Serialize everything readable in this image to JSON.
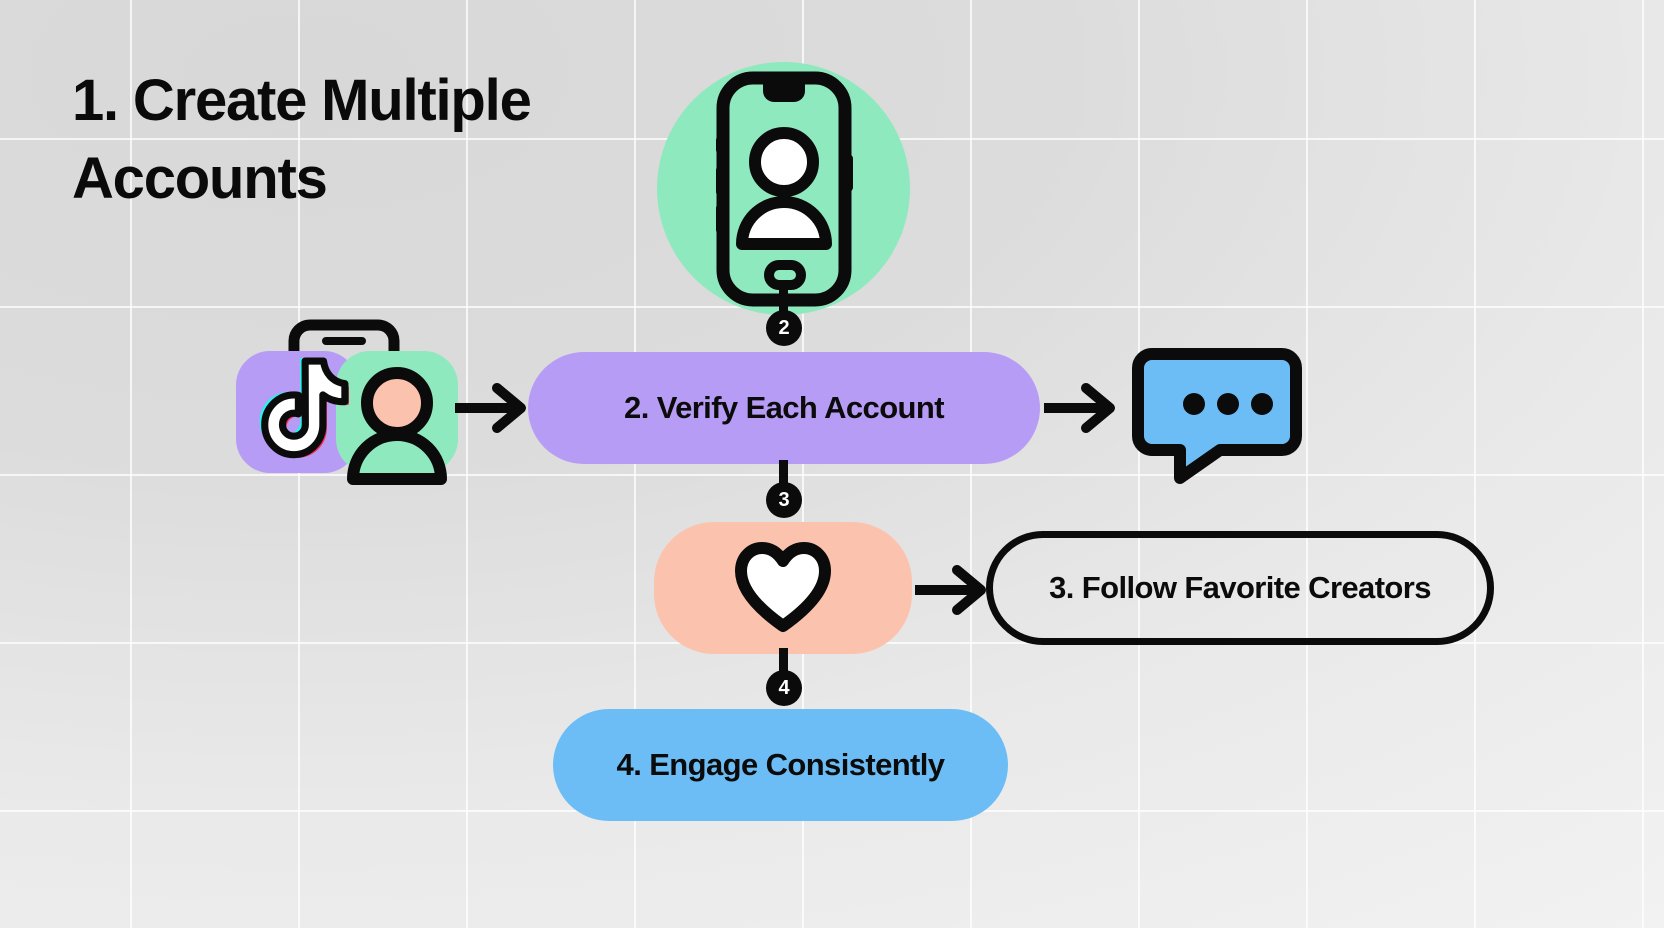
{
  "page": {
    "background_color": "#e4e4e4",
    "grid_line_color": "#ffffff"
  },
  "title": {
    "text": "1. Create Multiple\nAccounts"
  },
  "nodes": {
    "phone_person": {
      "name": "Create account on phone",
      "icon": "phone-person-icon",
      "circle_color": "#8fe9bf"
    },
    "accounts_cluster": {
      "name": "TikTok accounts",
      "icons": [
        "tiktok-logo-icon",
        "user-avatar-icon",
        "phone-outline-icon"
      ],
      "tile_purple": "#b69cf5",
      "tile_green": "#8fe9bf",
      "avatar_face": "#fbc3ae"
    },
    "verify": {
      "label": "2. Verify Each Account",
      "color": "#b69cf5",
      "shape": "pill"
    },
    "bubble": {
      "name": "Comments speech bubble",
      "icon": "speech-bubble-icon",
      "color": "#6cbdf5"
    },
    "heart": {
      "name": "Favorite heart",
      "icon": "heart-icon",
      "color": "#fbc3ae"
    },
    "follow": {
      "label": "3. Follow Favorite Creators",
      "color": "#ffffff",
      "shape": "outlined-pill"
    },
    "engage": {
      "label": "4. Engage Consistently",
      "color": "#6cbdf5",
      "shape": "pill"
    }
  },
  "connectors": {
    "badges": [
      {
        "id": "badge-2",
        "label": "2"
      },
      {
        "id": "badge-3",
        "label": "3"
      },
      {
        "id": "badge-4",
        "label": "4"
      }
    ],
    "arrows": [
      {
        "id": "arrow-accounts-verify",
        "from": "accounts_cluster",
        "to": "verify"
      },
      {
        "id": "arrow-verify-bubble",
        "from": "verify",
        "to": "bubble"
      },
      {
        "id": "arrow-heart-follow",
        "from": "heart",
        "to": "follow"
      }
    ]
  }
}
